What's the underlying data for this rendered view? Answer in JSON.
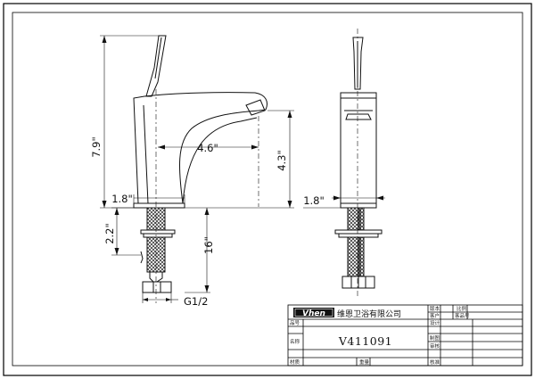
{
  "dimensions": {
    "height_total": "7.9\"",
    "reach": "4.6\"",
    "spout_height": "4.3\"",
    "base_width_side": "1.8\"",
    "base_width_front": "1.8\"",
    "shank_length": "2.2\"",
    "hose_length": "16\"",
    "thread": "G1/2"
  },
  "title_block": {
    "brand_logo": "Vhen",
    "company": "维恩卫浴有限公司",
    "model": "V411091",
    "labels": {
      "version": "版本",
      "customer": "客户",
      "design": "设计",
      "drafting": "制图",
      "review": "审核",
      "approval": "核准",
      "item_no": "品号",
      "name": "名称",
      "material": "材质",
      "weight": "重量",
      "scale": "比例",
      "customer_item_no": "客品号"
    }
  },
  "colors": {
    "line": "#111111",
    "border": "#000000",
    "logo_bg": "#111111"
  }
}
